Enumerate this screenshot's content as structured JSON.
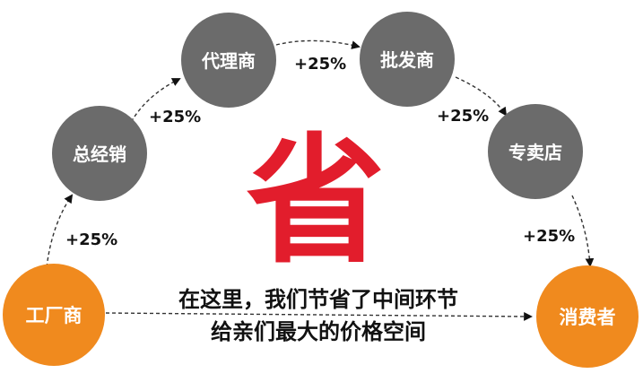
{
  "nodes": {
    "factory": "工厂商",
    "distributor": "总经销",
    "agent": "代理商",
    "wholesaler": "批发商",
    "store": "专卖店",
    "consumer": "消费者"
  },
  "markups": {
    "m1": "+25%",
    "m2": "+25%",
    "m3": "+25%",
    "m4": "+25%",
    "m5": "+25%"
  },
  "center_char": "省",
  "message": {
    "line1": "在这里，我们节省了中间环节",
    "line2": "给亲们最大的价格空间"
  },
  "colors": {
    "gray_node": "#6b6b6b",
    "orange_node": "#f08a1e",
    "accent_red": "#e21d2c",
    "text_dark": "#111111"
  }
}
